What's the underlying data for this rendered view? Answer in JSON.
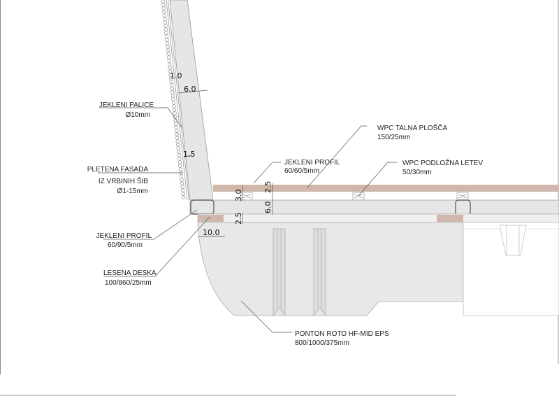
{
  "labels": {
    "steel_rods": {
      "title": "JEKLENI PALICE",
      "spec": "Ø10mm"
    },
    "woven_facade": {
      "title": "PLETENA FASADA",
      "subtitle": "IZ VRBINIH ŠIB",
      "spec": "Ø1-15mm"
    },
    "steel_profile_side": {
      "title": "JEKLENI PROFIL",
      "spec": "60/90/5mm"
    },
    "wooden_board": {
      "title": "LESENA DESKA",
      "spec": "100/860/25mm"
    },
    "pontoon": {
      "title": "PONTON ROTO HF-MID EPS",
      "spec": "800/1000/375mm"
    },
    "wpc_floor_board": {
      "title": "WPC TALNA PLOŠČA",
      "spec": "150/25mm"
    },
    "steel_profile_top": {
      "title": "JEKLENI PROFIL",
      "spec": "60/60/5mm"
    },
    "wpc_batten": {
      "title": "WPC PODLOŽNA LETEV",
      "spec": "50/30mm"
    }
  },
  "dimensions": {
    "facade_gap": "1.0",
    "wall_thickness": "6.0",
    "rod_spacing": "1.5",
    "batten_height": "3.0",
    "deck_thickness": "2.5",
    "profile_height": "6.0",
    "board_thickness": "2.5",
    "board_overhang": "10.0"
  },
  "colors": {
    "wood": "#cfb8ab",
    "panel": "#e6e6e6",
    "pontoon": "#e8e8e8"
  }
}
